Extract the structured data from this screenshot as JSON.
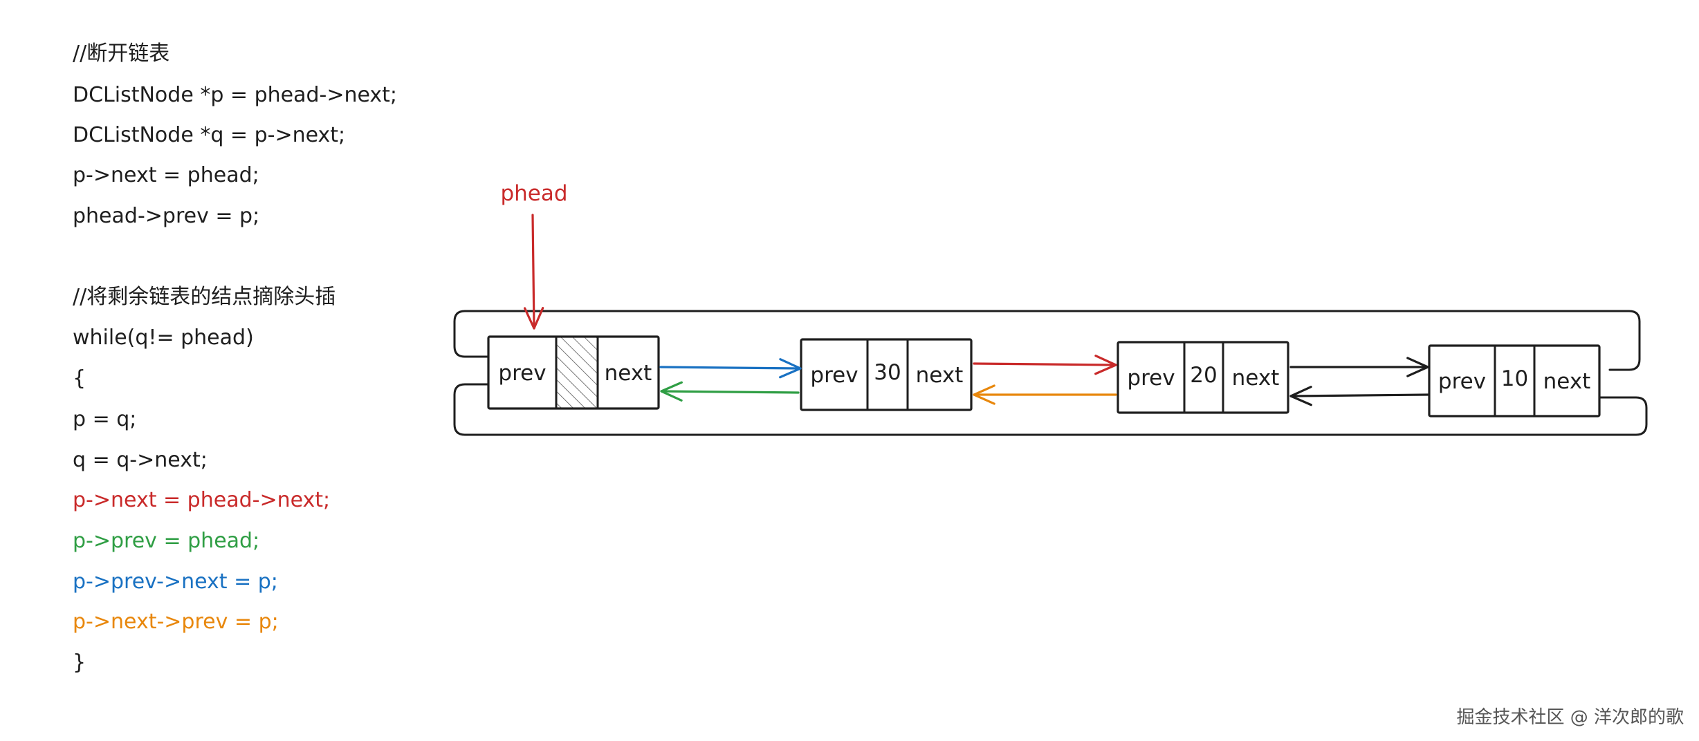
{
  "colors": {
    "default": "#1e1e1e",
    "red": "#c92a2a",
    "green": "#2f9e44",
    "blue": "#1971c2",
    "orange": "#e8870c"
  },
  "code": [
    {
      "text": "//断开链表",
      "color": "default"
    },
    {
      "text": "DCListNode *p = phead->next;",
      "color": "default"
    },
    {
      "text": "DCListNode *q = p->next;",
      "color": "default"
    },
    {
      "text": "p->next = phead;",
      "color": "default"
    },
    {
      "text": "phead->prev = p;",
      "color": "default"
    },
    {
      "text": "//将剩余链表的结点摘除头插",
      "color": "default"
    },
    {
      "text": "while(q!= phead)",
      "color": "default"
    },
    {
      "text": "{",
      "color": "default"
    },
    {
      "text": "p = q;",
      "color": "default"
    },
    {
      "text": "q = q->next;",
      "color": "default"
    },
    {
      "text": "p->next = phead->next;",
      "color": "red"
    },
    {
      "text": "p->prev = phead;",
      "color": "green"
    },
    {
      "text": "p->prev->next = p;",
      "color": "blue"
    },
    {
      "text": "p->next->prev = p;",
      "color": "orange"
    },
    {
      "text": "}",
      "color": "default"
    }
  ],
  "diagram": {
    "head_label": "phead",
    "prev_label": "prev",
    "next_label": "next",
    "nodes": [
      {
        "name": "head",
        "data": ""
      },
      {
        "name": "node-30",
        "data": "30"
      },
      {
        "name": "node-20",
        "data": "20"
      },
      {
        "name": "node-10",
        "data": "10"
      }
    ]
  },
  "watermark": "掘金技术社区 @ 洋次郎的歌"
}
